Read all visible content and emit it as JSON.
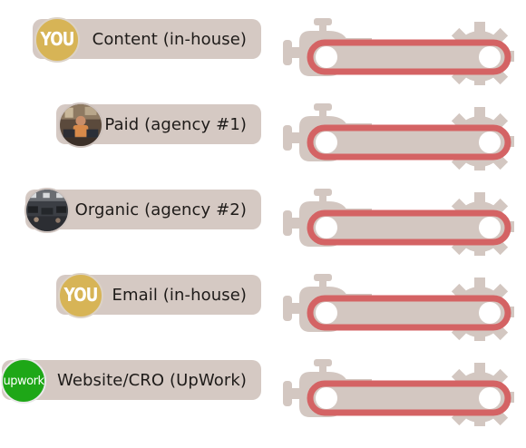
{
  "rows": [
    {
      "label": "Content (in-house)",
      "avatar": "you-badge",
      "avatar_text": "YOU"
    },
    {
      "label": "Paid (agency #1)",
      "avatar": "photo",
      "avatar_text": ""
    },
    {
      "label": "Organic (agency #2)",
      "avatar": "photo",
      "avatar_text": ""
    },
    {
      "label": "Email (in-house)",
      "avatar": "you-badge",
      "avatar_text": "YOU"
    },
    {
      "label": "Website/CRO (UpWork)",
      "avatar": "upwork-logo",
      "avatar_text": "upwork"
    }
  ],
  "colors": {
    "pill": "#d5c9c3",
    "machine": "#d3c7c1",
    "belt": "#d46364",
    "you_badge": "#d7b456",
    "upwork": "#1ea717"
  }
}
